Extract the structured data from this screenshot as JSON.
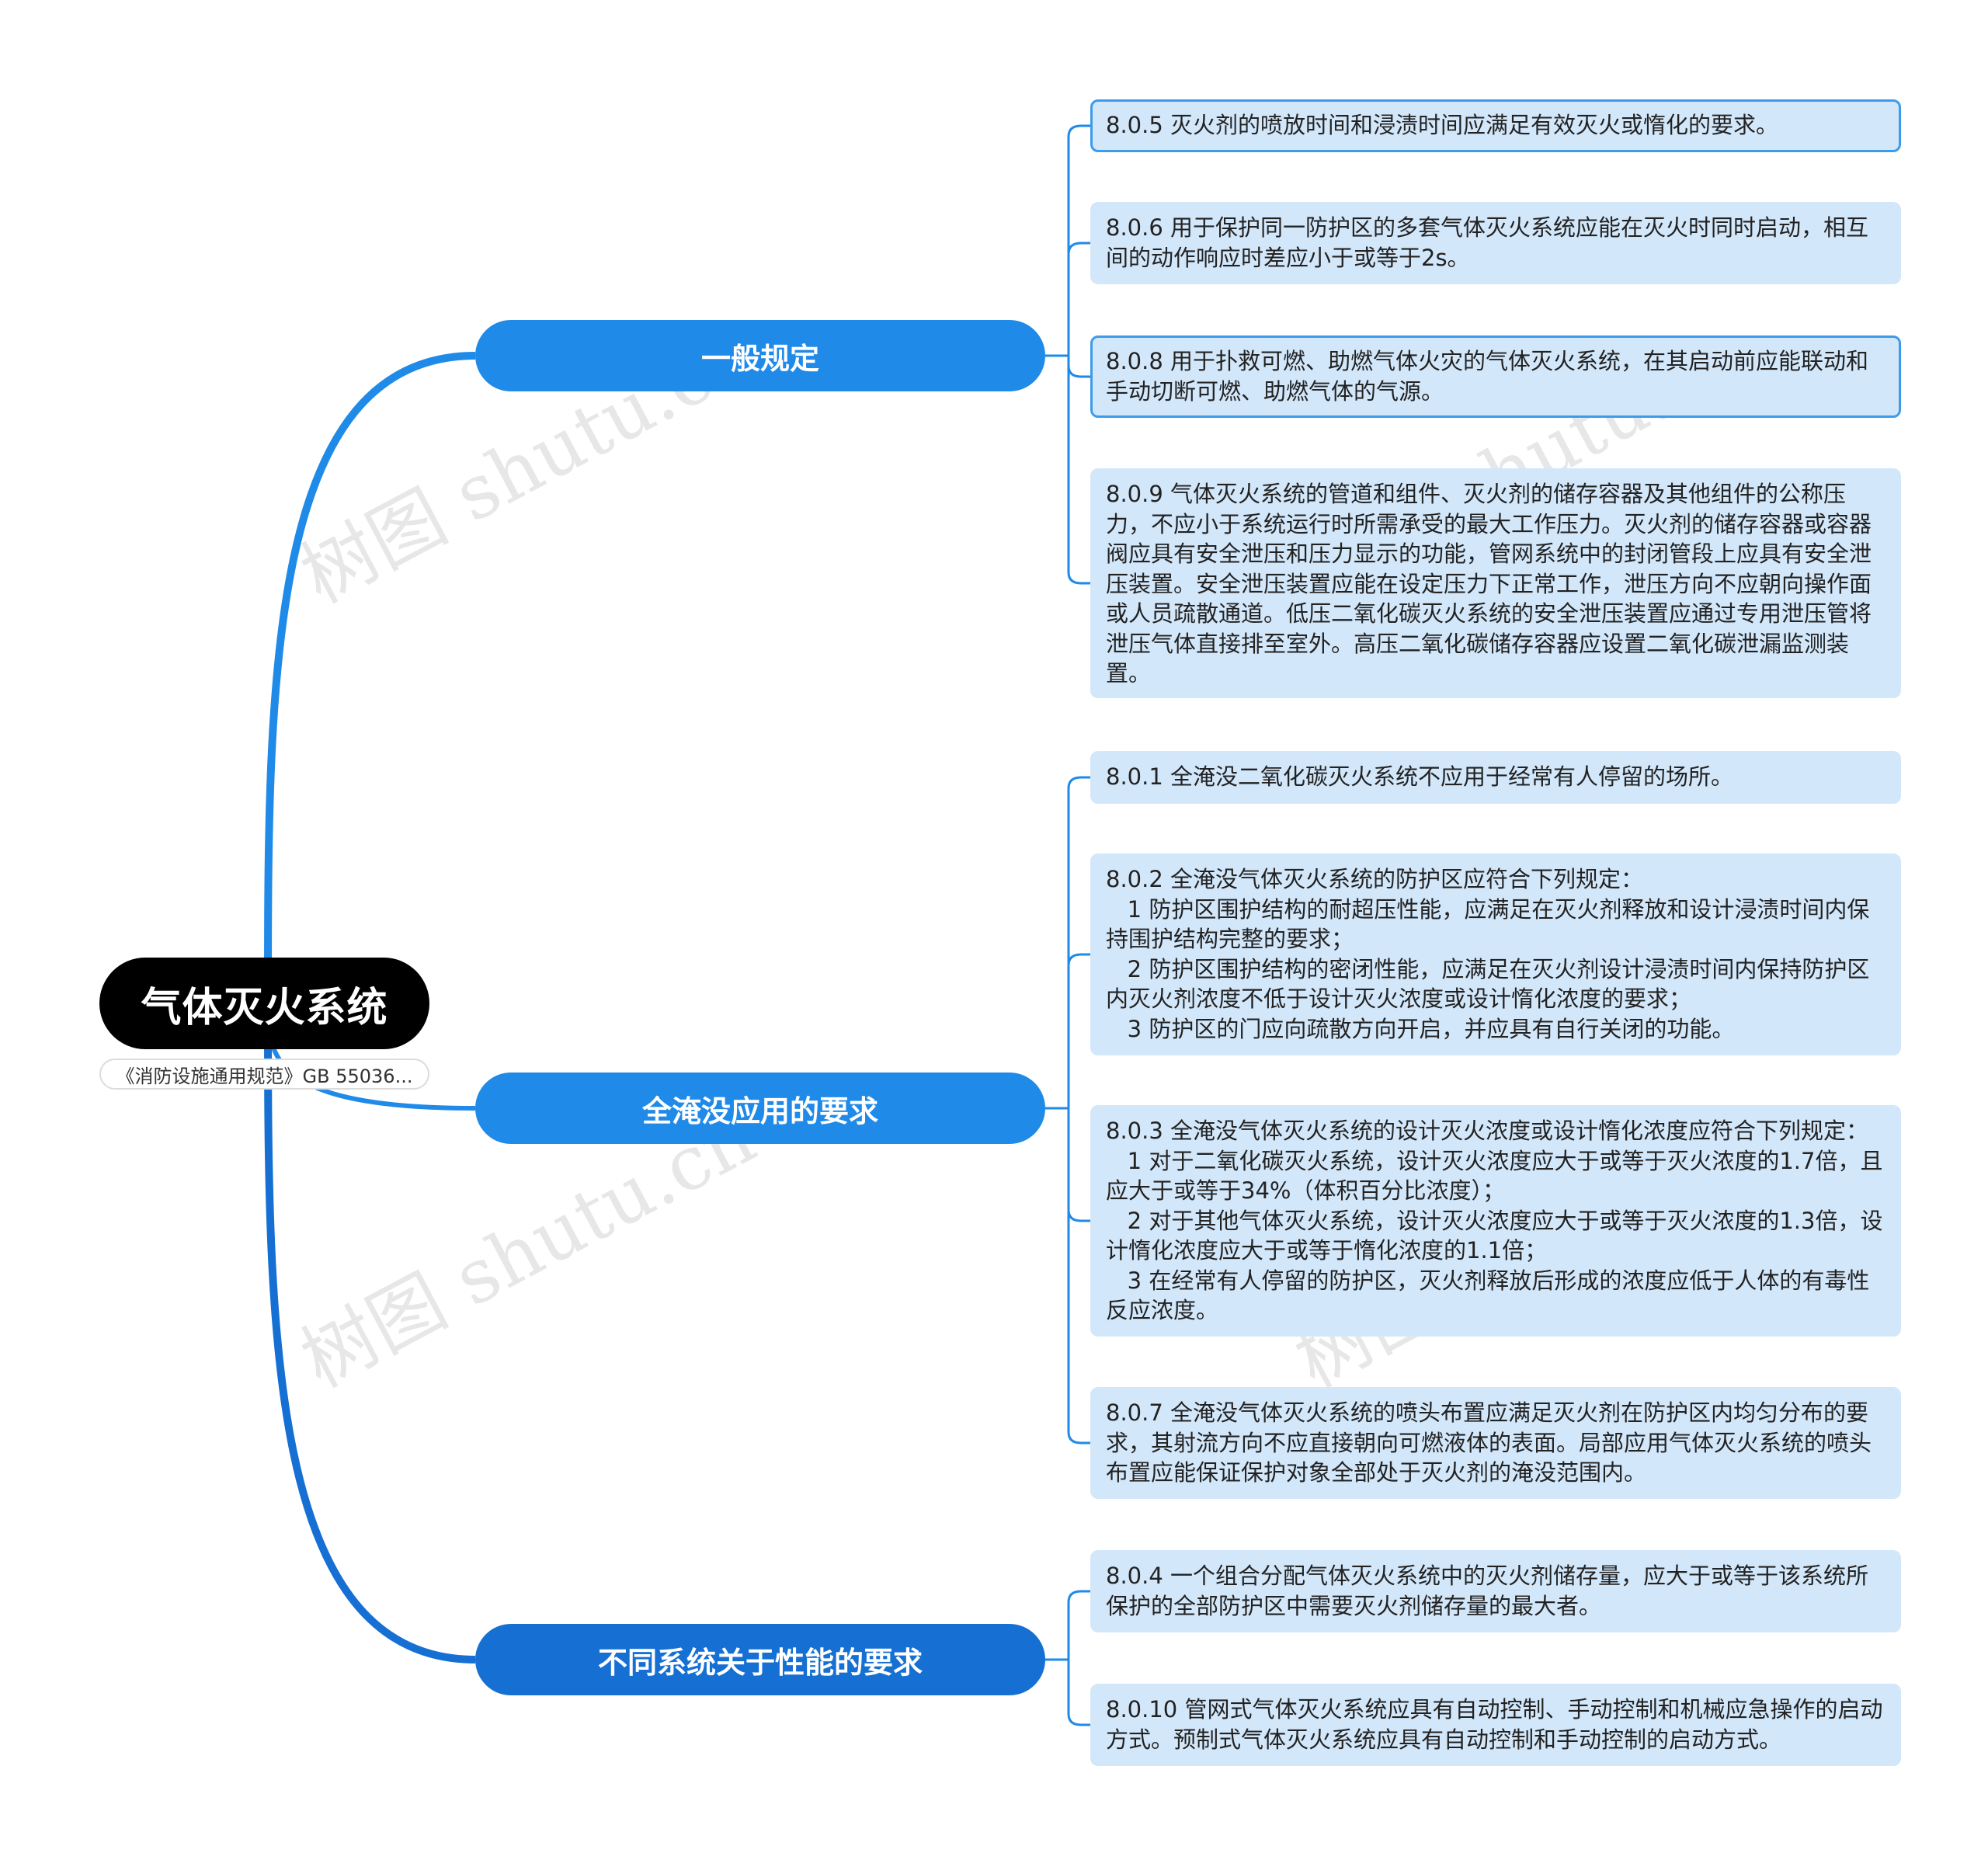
{
  "root": {
    "title": "气体灭火系统",
    "note": "《消防设施通用规范》GB 55036..."
  },
  "branches": [
    {
      "label": "一般规定",
      "items": [
        "8.0.5 灭火剂的喷放时间和浸渍时间应满足有效灭火或惰化的要求。",
        "8.0.6 用于保护同一防护区的多套气体灭火系统应能在灭火时同时启动，相互间的动作响应时差应小于或等于2s。",
        "8.0.8 用于扑救可燃、助燃气体火灾的气体灭火系统，在其启动前应能联动和手动切断可燃、助燃气体的气源。",
        "8.0.9 气体灭火系统的管道和组件、灭火剂的储存容器及其他组件的公称压力，不应小于系统运行时所需承受的最大工作压力。灭火剂的储存容器或容器阀应具有安全泄压和压力显示的功能，管网系统中的封闭管段上应具有安全泄压装置。安全泄压装置应能在设定压力下正常工作，泄压方向不应朝向操作面或人员疏散通道。低压二氧化碳灭火系统的安全泄压装置应通过专用泄压管将泄压气体直接排至室外。高压二氧化碳储存容器应设置二氧化碳泄漏监测装置。"
      ]
    },
    {
      "label": "全淹没应用的要求",
      "items": [
        "8.0.1 全淹没二氧化碳灭火系统不应用于经常有人停留的场所。",
        "8.0.2 全淹没气体灭火系统的防护区应符合下列规定：\n   1 防护区围护结构的耐超压性能，应满足在灭火剂释放和设计浸渍时间内保持围护结构完整的要求；\n   2 防护区围护结构的密闭性能，应满足在灭火剂设计浸渍时间内保持防护区内灭火剂浓度不低于设计灭火浓度或设计惰化浓度的要求；\n   3 防护区的门应向疏散方向开启，并应具有自行关闭的功能。",
        "8.0.3 全淹没气体灭火系统的设计灭火浓度或设计惰化浓度应符合下列规定：\n   1 对于二氧化碳灭火系统，设计灭火浓度应大于或等于灭火浓度的1.7倍，且应大于或等于34%（体积百分比浓度）；\n   2 对于其他气体灭火系统，设计灭火浓度应大于或等于灭火浓度的1.3倍，设计惰化浓度应大于或等于惰化浓度的1.1倍；\n   3 在经常有人停留的防护区，灭火剂释放后形成的浓度应低于人体的有毒性反应浓度。",
        "8.0.7 全淹没气体灭火系统的喷头布置应满足灭火剂在防护区内均匀分布的要求，其射流方向不应直接朝向可燃液体的表面。局部应用气体灭火系统的喷头布置应能保证保护对象全部处于灭火剂的淹没范围内。"
      ]
    },
    {
      "label": "不同系统关于性能的要求",
      "items": [
        "8.0.4 一个组合分配气体灭火系统中的灭火剂储存量，应大于或等于该系统所保护的全部防护区中需要灭火剂储存量的最大者。",
        "8.0.10 管网式气体灭火系统应具有自动控制、手动控制和机械应急操作的启动方式。预制式气体灭火系统应具有自动控制和手动控制的启动方式。"
      ]
    }
  ],
  "watermark": "树图 shutu.cn",
  "colors": {
    "root_bg": "#000000",
    "branch_bg": "#1f8ae8",
    "leaf_bg": "#d3e7fa",
    "leaf_border": "#3e9be9",
    "line": "#1f8ae8"
  }
}
